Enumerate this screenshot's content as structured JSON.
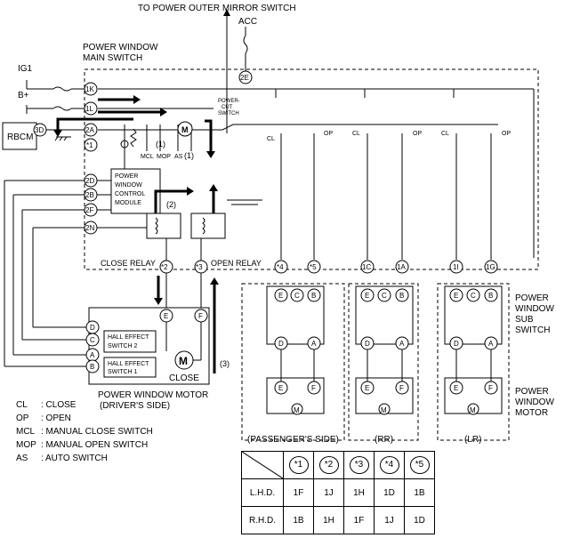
{
  "labels": {
    "top_switch": "TO POWER OUTER MIRROR SWITCH",
    "acc": "ACC",
    "main_switch": [
      "POWER WINDOW",
      "MAIN SWITCH"
    ],
    "ig1": "IG1",
    "bplus": "B+",
    "rbcm": "RBCM",
    "power_cut": [
      "POWER-",
      "CUT",
      "SWITCH"
    ],
    "control_module": [
      "POWER",
      "WINDOW",
      "CONTROL",
      "MODULE"
    ],
    "close_relay": "CLOSE RELAY",
    "open_relay": "OPEN RELAY",
    "hall2": [
      "HALL EFFECT",
      "SWITCH 2"
    ],
    "hall1": [
      "HALL EFFECT",
      "SWITCH 1"
    ],
    "motor_m": "M",
    "close": "CLOSE",
    "motor_driver": [
      "POWER WINDOW MOTOR",
      "(DRIVER'S SIDE)"
    ],
    "sub_switch": [
      "POWER",
      "WINDOW",
      "SUB",
      "SWITCH"
    ],
    "sub_motor": [
      "POWER",
      "WINDOW",
      "MOTOR"
    ],
    "passenger": "(PASSENGER'S SIDE)",
    "rr": "(RR)",
    "lr": "(LR)",
    "n1": "(1)",
    "n1b": "(1)",
    "n2": "(2)",
    "n3": "(3)",
    "mcl": "MCL",
    "mop": "MOP",
    "as": "AS",
    "cl": "CL",
    "op": "OP"
  },
  "terminals": {
    "t2E": "2E",
    "t1K": "1K",
    "t1L": "1L",
    "t2A": "2A",
    "t3D": "3D",
    "s1": "*1",
    "t2D": "2D",
    "t2B": "2B",
    "t2F": "2F",
    "t2N": "2N",
    "s2": "*2",
    "s3": "*3",
    "s4": "*4",
    "s5": "*5",
    "t1C": "1C",
    "t1A": "1A",
    "t1I": "1I",
    "t1G": "1G",
    "D": "D",
    "C": "C",
    "A": "A",
    "B": "B",
    "E": "E",
    "F": "F"
  },
  "legend": [
    {
      "abbr": "CL",
      "desc": ": CLOSE"
    },
    {
      "abbr": "OP",
      "desc": ": OPEN"
    },
    {
      "abbr": "MCL",
      "desc": ": MANUAL CLOSE SWITCH"
    },
    {
      "abbr": "MOP",
      "desc": ": MANUAL OPEN SWITCH"
    },
    {
      "abbr": "AS",
      "desc": ": AUTO SWITCH"
    }
  ],
  "pin_table": {
    "headers": [
      "*1",
      "*2",
      "*3",
      "*4",
      "*5"
    ],
    "rows": [
      {
        "label": "L.H.D.",
        "cells": [
          "1F",
          "1J",
          "1H",
          "1D",
          "1B"
        ]
      },
      {
        "label": "R.H.D.",
        "cells": [
          "1B",
          "1H",
          "1F",
          "1J",
          "1D"
        ]
      }
    ]
  }
}
